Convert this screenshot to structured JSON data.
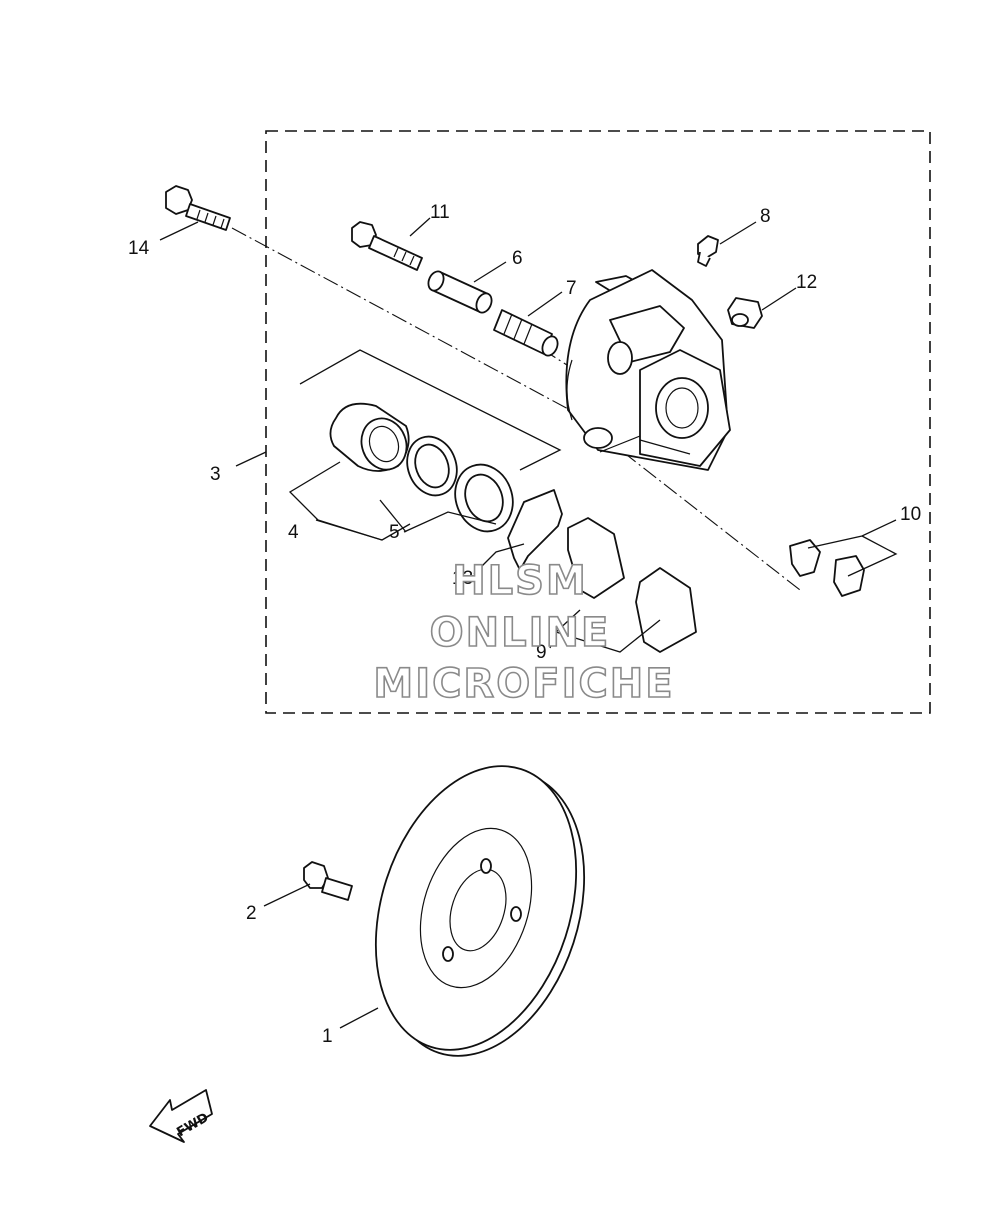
{
  "callouts": [
    {
      "id": "1",
      "text": "1"
    },
    {
      "id": "2",
      "text": "2"
    },
    {
      "id": "3",
      "text": "3"
    },
    {
      "id": "4",
      "text": "4"
    },
    {
      "id": "5",
      "text": "5"
    },
    {
      "id": "6",
      "text": "6"
    },
    {
      "id": "7",
      "text": "7"
    },
    {
      "id": "8",
      "text": "8"
    },
    {
      "id": "9",
      "text": "9"
    },
    {
      "id": "10",
      "text": "10"
    },
    {
      "id": "11",
      "text": "11"
    },
    {
      "id": "12",
      "text": "12"
    },
    {
      "id": "13",
      "text": "13"
    },
    {
      "id": "14",
      "text": "14"
    }
  ],
  "watermark": {
    "line1": "HLSM",
    "line2": "ONLINE",
    "line3": "MICROFICHE"
  },
  "direction_arrow": {
    "text": "FWD"
  }
}
